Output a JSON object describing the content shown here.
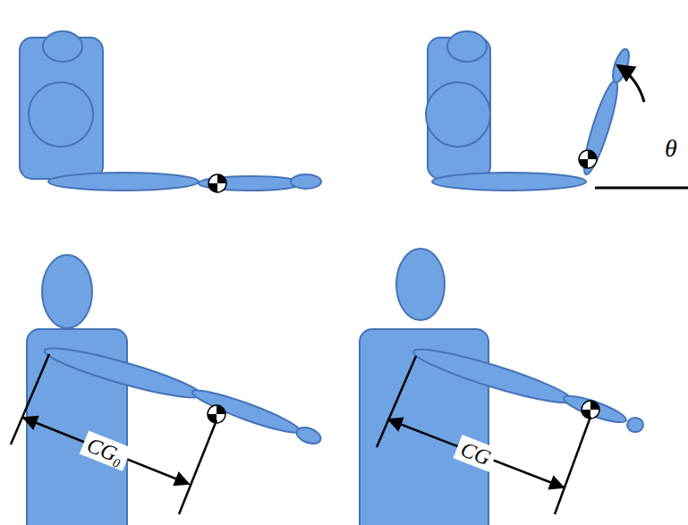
{
  "diagram": {
    "labels": [
      "θ",
      "CG₀",
      "CG"
    ]
  }
}
